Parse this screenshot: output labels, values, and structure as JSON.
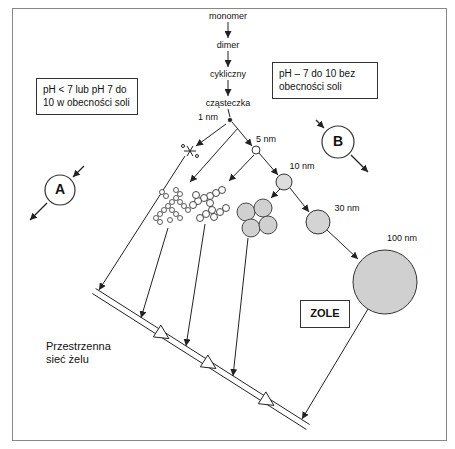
{
  "diagram": {
    "nodes": [
      {
        "text": [
          "pH < 7 lub pH 7 do 10 w obecności soli"
        ]
      },
      {
        "text": [
          "pH – 7 do 10 bez obecności soli"
        ]
      },
      {
        "text": [
          "B"
        ]
      },
      {
        "text": [
          "A"
        ]
      },
      {
        "text": [
          "ZOLE"
        ]
      }
    ],
    "labels": [
      "monomer",
      "dimer",
      "cykliczny",
      "cząsteczka",
      "1 nm",
      "5 nm",
      "10 nm",
      "30 nm",
      "100 nm",
      "Przestrzenna sieć żelu"
    ]
  }
}
